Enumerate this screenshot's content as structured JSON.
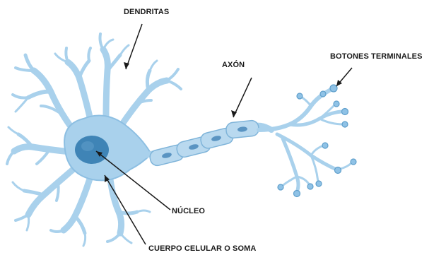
{
  "labels": {
    "dendrites": "DENDRITAS",
    "axon": "AXÓN",
    "terminal_buttons": "BOTONES TERMINALES",
    "nucleus": "NÚCLEO",
    "cell_body": "CUERPO CELULAR O SOMA"
  },
  "colors": {
    "membrane": "#a9d1ec",
    "membrane_stroke": "#5f9fcb",
    "nucleus": "#3f84b6",
    "myelin": "#b9d9ef",
    "myelin_nucleus": "#5a94c2",
    "pointer": "#1a1a1a"
  }
}
